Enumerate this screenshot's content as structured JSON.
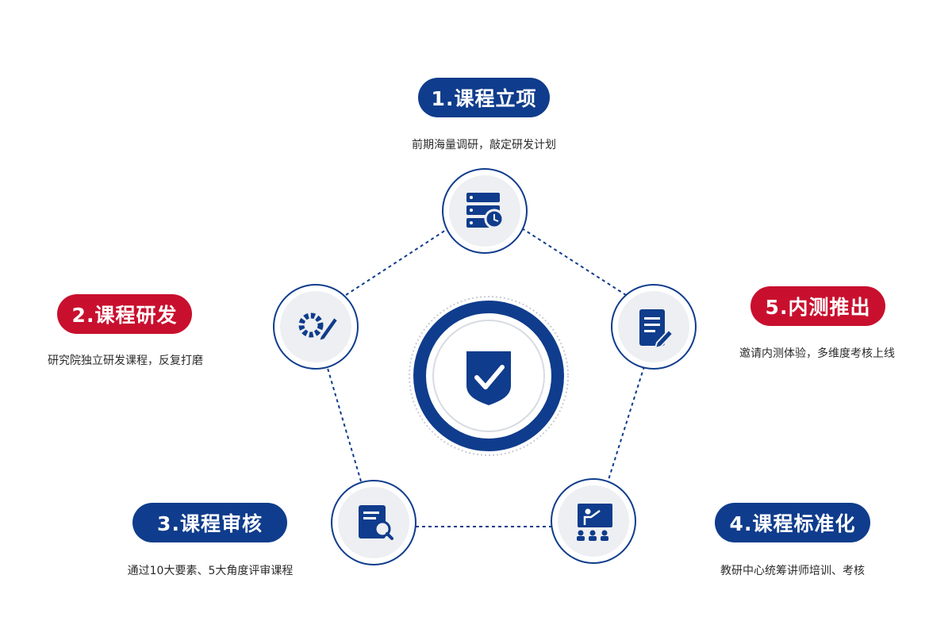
{
  "colors": {
    "primary_blue": "#0f3c8c",
    "accent_red": "#c8102e",
    "node_fill": "#eeeff2",
    "ring_gray": "#d0d3da",
    "text": "#2b2b2b"
  },
  "center": {
    "icon": "shield-check-icon"
  },
  "steps": [
    {
      "label": "1.课程立项",
      "desc": "前期海量调研，敲定研发计划",
      "icon": "server-clock-icon",
      "color": "blue"
    },
    {
      "label": "2.课程研发",
      "desc": "研究院独立研发课程，反复打磨",
      "icon": "gear-pencil-icon",
      "color": "red"
    },
    {
      "label": "3.课程审核",
      "desc": "通过10大要素、5大角度评审课程",
      "icon": "document-search-icon",
      "color": "blue"
    },
    {
      "label": "4.课程标准化",
      "desc": "教研中心统筹讲师培训、考核",
      "icon": "teacher-presentation-icon",
      "color": "blue"
    },
    {
      "label": "5.内测推出",
      "desc": "邀请内测体验，多维度考核上线",
      "icon": "document-edit-icon",
      "color": "red"
    }
  ]
}
